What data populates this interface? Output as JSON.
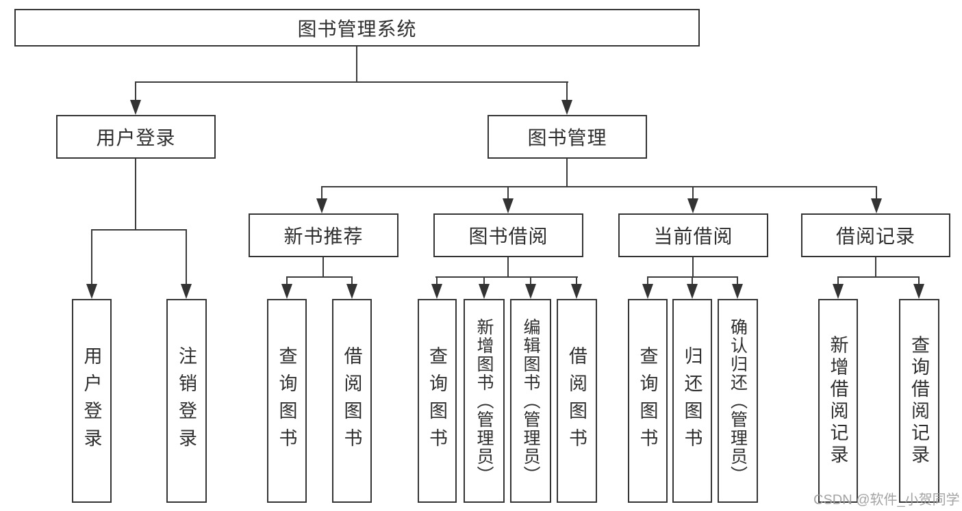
{
  "diagram": {
    "title": "图书管理系统",
    "root": {
      "label": "图书管理系统"
    },
    "level2": [
      {
        "label": "用户登录"
      },
      {
        "label": "图书管理"
      }
    ],
    "level3": [
      {
        "label": "新书推荐"
      },
      {
        "label": "图书借阅"
      },
      {
        "label": "当前借阅"
      },
      {
        "label": "借阅记录"
      }
    ],
    "leaves": {
      "user": [
        "用户登录",
        "注销登录"
      ],
      "recommend": [
        "查询图书",
        "借阅图书"
      ],
      "borrow": [
        "查询图书",
        "新增图书（管理员）",
        "编辑图书（管理员）",
        "借阅图书"
      ],
      "current": [
        "查询图书",
        "归还图书",
        "确认归还（管理员）"
      ],
      "records": [
        "新增借阅记录",
        "查询借阅记录"
      ]
    }
  },
  "watermark": {
    "text": "CSDN @软件_小贺同学",
    "color": "#9e9e9e"
  },
  "colors": {
    "background": "#ffffff",
    "line": "#3a3a3a",
    "box_border": "#333333",
    "text": "#2e2e2e"
  }
}
